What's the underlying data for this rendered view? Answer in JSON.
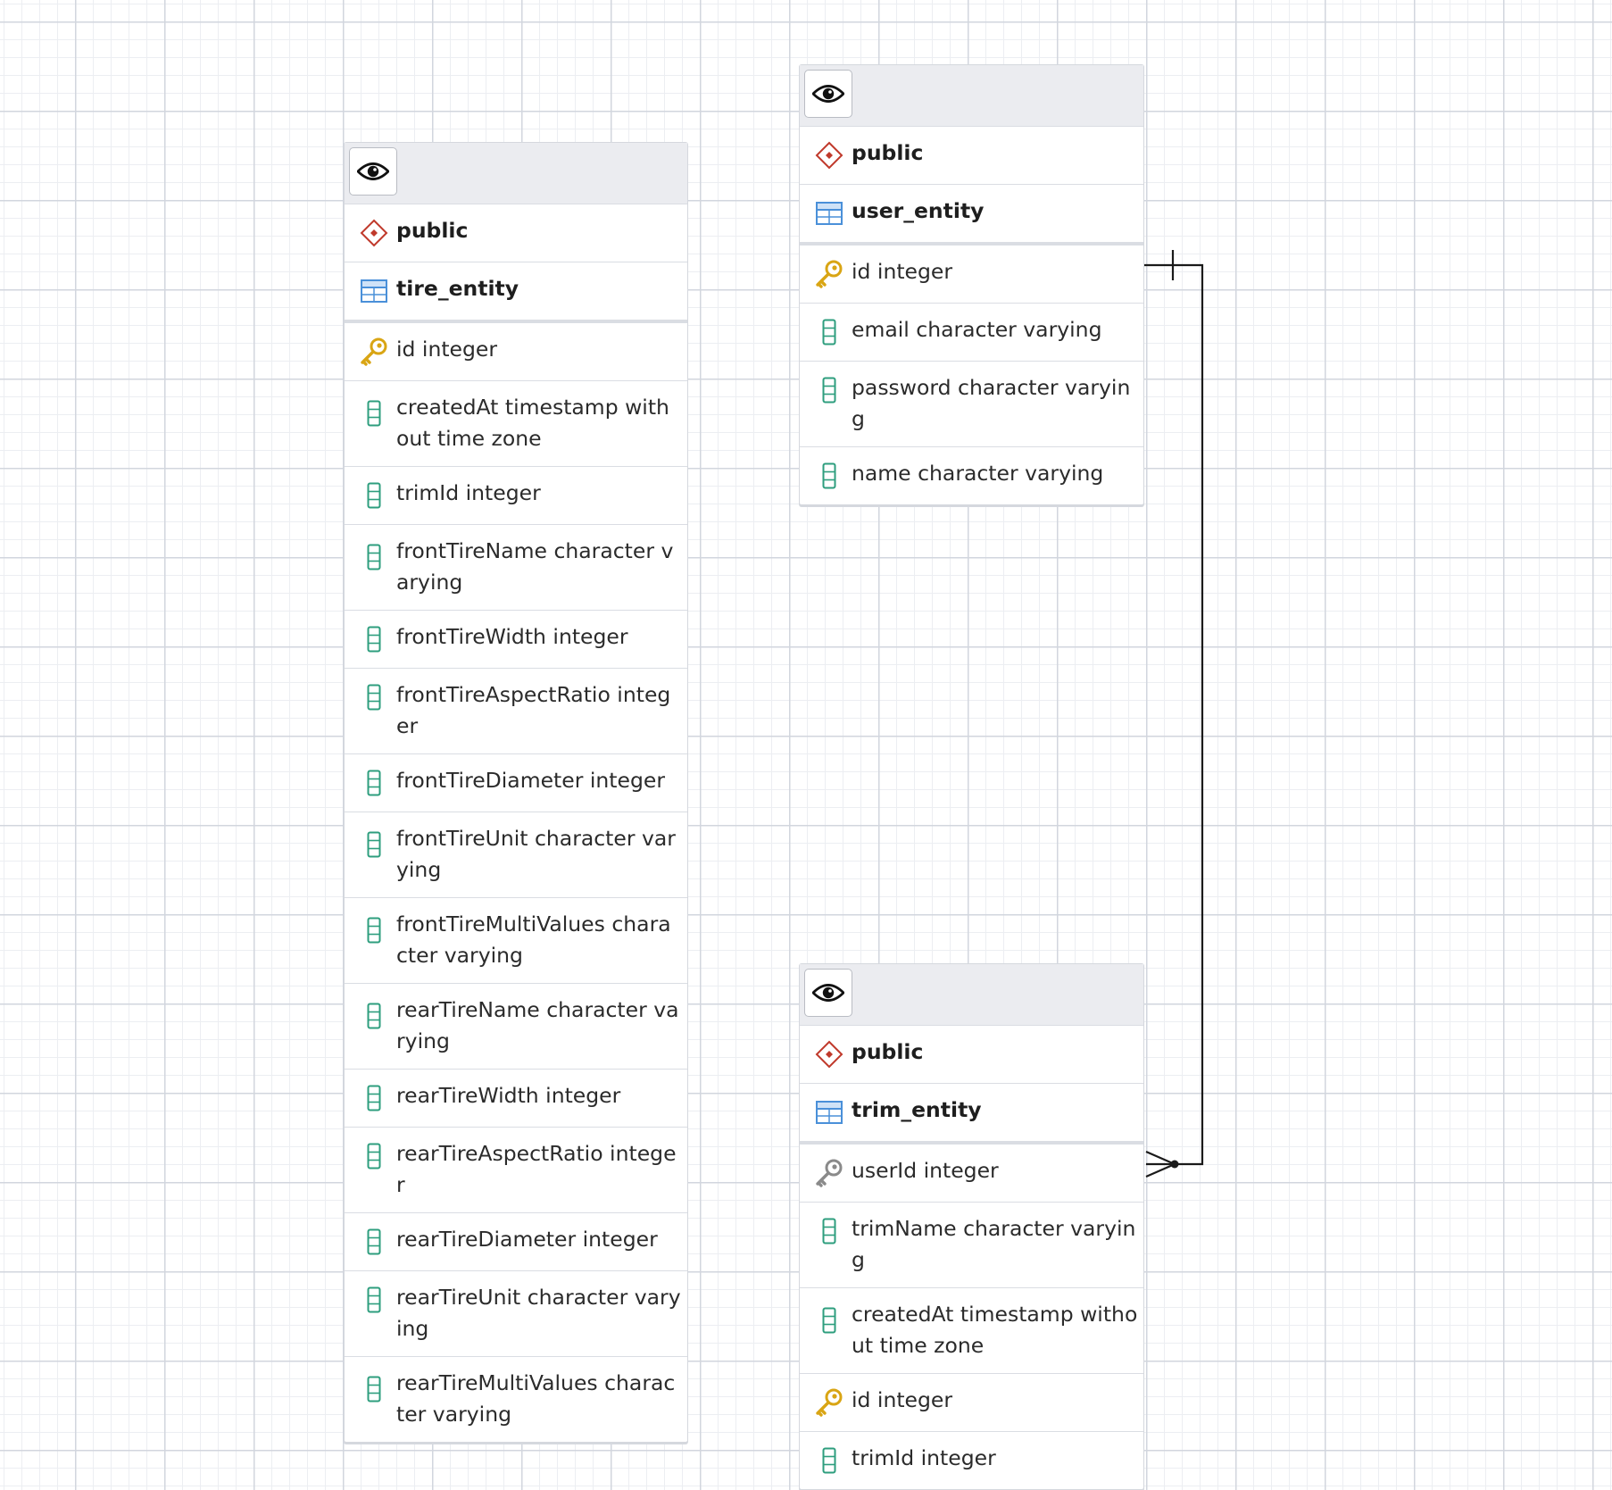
{
  "diagram": {
    "tables": [
      {
        "schema": "public",
        "name": "tire_entity",
        "columns": [
          {
            "label": "id integer",
            "kind": "primary-key"
          },
          {
            "label": "createdAt timestamp without time zone",
            "kind": "column"
          },
          {
            "label": "trimId integer",
            "kind": "column"
          },
          {
            "label": "frontTireName character varying",
            "kind": "column"
          },
          {
            "label": "frontTireWidth integer",
            "kind": "column"
          },
          {
            "label": "frontTireAspectRatio integer",
            "kind": "column"
          },
          {
            "label": "frontTireDiameter integer",
            "kind": "column"
          },
          {
            "label": "frontTireUnit character varying",
            "kind": "column"
          },
          {
            "label": "frontTireMultiValues character varying",
            "kind": "column"
          },
          {
            "label": "rearTireName character varying",
            "kind": "column"
          },
          {
            "label": "rearTireWidth integer",
            "kind": "column"
          },
          {
            "label": "rearTireAspectRatio integer",
            "kind": "column"
          },
          {
            "label": "rearTireDiameter integer",
            "kind": "column"
          },
          {
            "label": "rearTireUnit character varying",
            "kind": "column"
          },
          {
            "label": "rearTireMultiValues character varying",
            "kind": "column"
          }
        ]
      },
      {
        "schema": "public",
        "name": "user_entity",
        "columns": [
          {
            "label": "id integer",
            "kind": "primary-key"
          },
          {
            "label": "email character varying",
            "kind": "column"
          },
          {
            "label": "password character varying",
            "kind": "column"
          },
          {
            "label": "name character varying",
            "kind": "column"
          }
        ]
      },
      {
        "schema": "public",
        "name": "trim_entity",
        "columns": [
          {
            "label": "userId integer",
            "kind": "foreign-key"
          },
          {
            "label": "trimName character varying",
            "kind": "column"
          },
          {
            "label": "createdAt timestamp without time zone",
            "kind": "column"
          },
          {
            "label": "id integer",
            "kind": "primary-key"
          },
          {
            "label": "trimId integer",
            "kind": "column"
          }
        ]
      }
    ],
    "relationships": [
      {
        "from": "user_entity.id",
        "to": "trim_entity.userId",
        "cardinality": "one-to-many"
      }
    ],
    "colors": {
      "schema_icon": "#c0392b",
      "table_icon": "#4a90d9",
      "primary_key_icon": "#e0b020",
      "foreign_key_icon": "#8a8a8a",
      "column_icon": "#2e9e7e",
      "relation_line": "#1a1a1a"
    }
  }
}
